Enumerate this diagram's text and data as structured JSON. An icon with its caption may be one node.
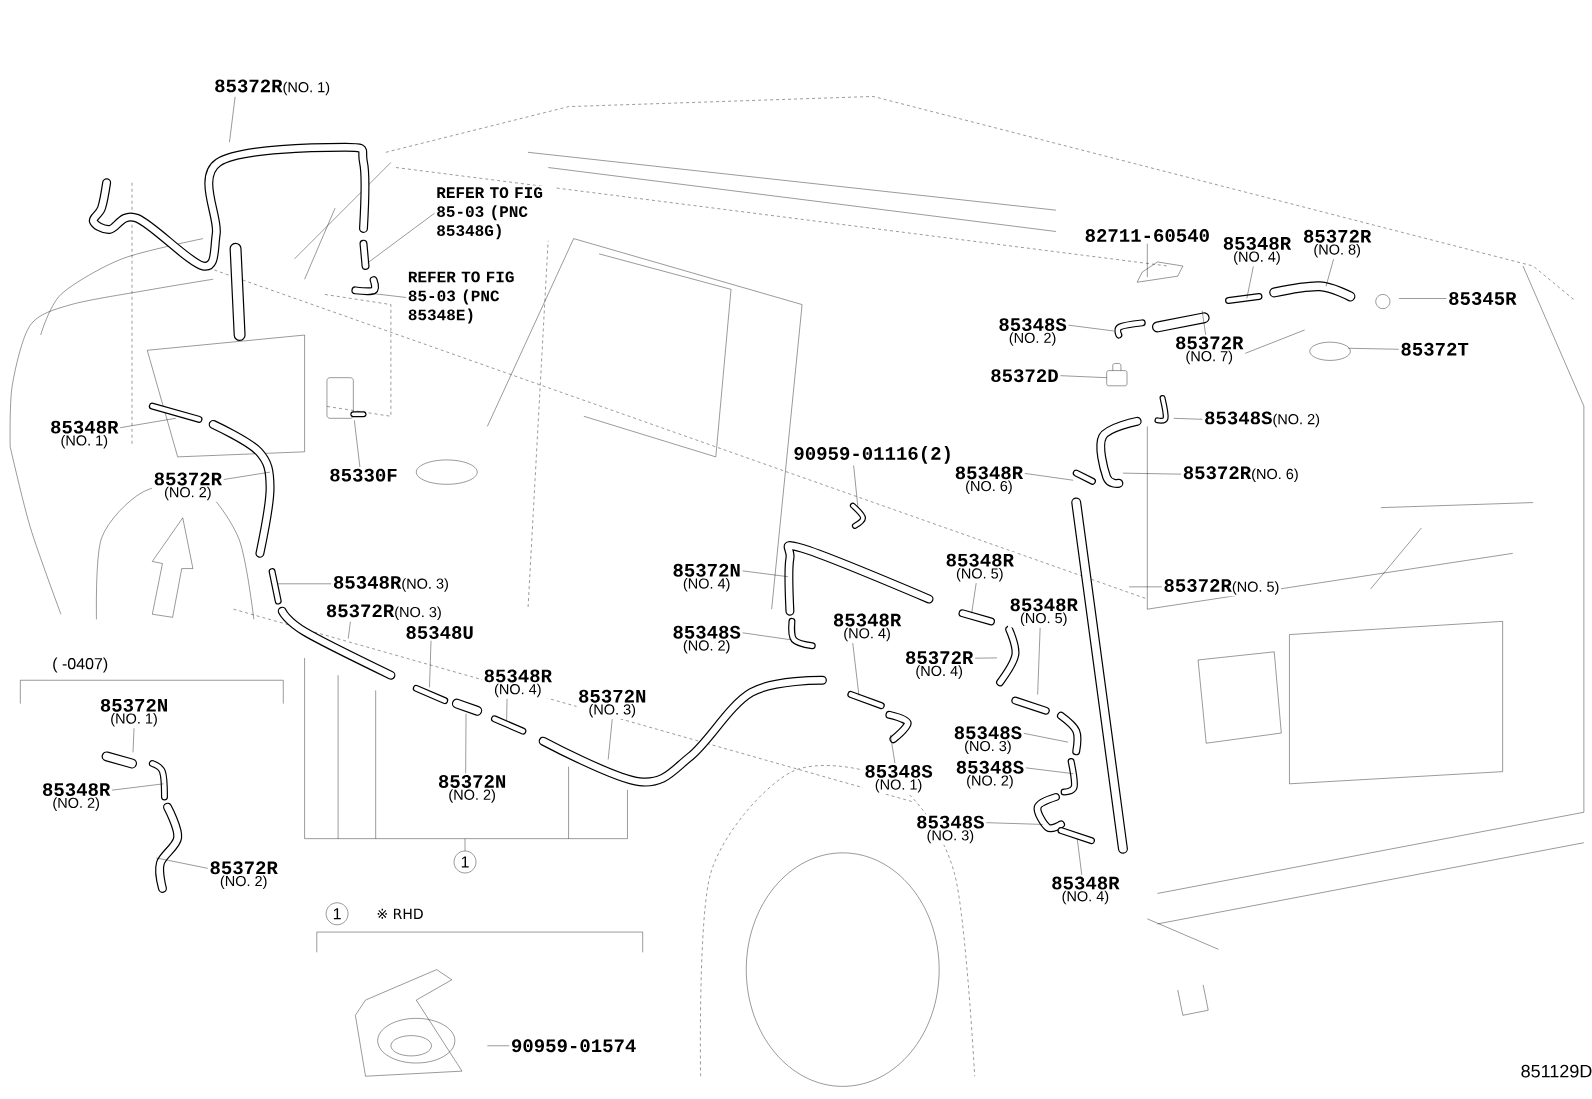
{
  "diagram": {
    "nodes": [
      {
        "text": [
          "85372R",
          "(NO. 1)"
        ]
      },
      {
        "text": [
          "REFER TO FIG 85-03 (PNC 85348G)"
        ]
      },
      {
        "text": [
          "REFER TO FIG 85-03 (PNC 85348E)"
        ]
      },
      {
        "text": [
          "85348R",
          "(NO. 1)"
        ]
      },
      {
        "text": [
          "85372R",
          "(NO. 2)"
        ]
      },
      {
        "text": [
          "85330F"
        ]
      },
      {
        "text": [
          "85348R",
          "(NO. 3)"
        ]
      },
      {
        "text": [
          "85372R",
          "(NO. 3)"
        ]
      },
      {
        "text": [
          "85348U"
        ]
      },
      {
        "text": [
          "85348R",
          "(NO. 4)"
        ]
      },
      {
        "text": [
          "85372N",
          "(NO. 3)"
        ]
      },
      {
        "text": [
          "85372N",
          "(NO. 2)"
        ]
      },
      {
        "text": [
          "1"
        ]
      },
      {
        "text": [
          "85372N",
          "(NO. 1)"
        ]
      },
      {
        "text": [
          "85348R",
          "(NO. 2)"
        ]
      },
      {
        "text": [
          "85372R",
          "(NO. 2)"
        ]
      },
      {
        "text": [
          "90959-01574"
        ]
      },
      {
        "text": [
          "90959-01116(2)"
        ]
      },
      {
        "text": [
          "85372N",
          "(NO. 4)"
        ]
      },
      {
        "text": [
          "85348S",
          "(NO. 2)"
        ]
      },
      {
        "text": [
          "85348R",
          "(NO. 4)"
        ]
      },
      {
        "text": [
          "85372R",
          "(NO. 4)"
        ]
      },
      {
        "text": [
          "85348R",
          "(NO. 5)"
        ]
      },
      {
        "text": [
          "85348R",
          "(NO. 5)"
        ]
      },
      {
        "text": [
          "85348S",
          "(NO. 1)"
        ]
      },
      {
        "text": [
          "85348S",
          "(NO. 3)"
        ]
      },
      {
        "text": [
          "85348S",
          "(NO. 2)"
        ]
      },
      {
        "text": [
          "85348S",
          "(NO. 3)"
        ]
      },
      {
        "text": [
          "85348R",
          "(NO. 4)"
        ]
      },
      {
        "text": [
          "85348R",
          "(NO. 6)"
        ]
      },
      {
        "text": [
          "85372R",
          "(NO. 6)"
        ]
      },
      {
        "text": [
          "85372R",
          "(NO. 5)"
        ]
      },
      {
        "text": [
          "85348S",
          "(NO. 2)"
        ]
      },
      {
        "text": [
          "85372D"
        ]
      },
      {
        "text": [
          "85348S",
          "(NO. 2)"
        ]
      },
      {
        "text": [
          "85372R",
          "(NO. 7)"
        ]
      },
      {
        "text": [
          "82711-60540"
        ]
      },
      {
        "text": [
          "85348R",
          "(NO. 4)"
        ]
      },
      {
        "text": [
          "85372R",
          "(NO. 8)"
        ]
      },
      {
        "text": [
          "85345R"
        ]
      },
      {
        "text": [
          "85372T"
        ]
      }
    ],
    "edges": [
      {
        "from": 0,
        "to": null,
        "arrow": "none"
      },
      {
        "from": 1,
        "to": null,
        "arrow": "none"
      },
      {
        "from": 2,
        "to": null,
        "arrow": "none"
      },
      {
        "from": 3,
        "to": null,
        "arrow": "none"
      },
      {
        "from": 4,
        "to": null,
        "arrow": "none"
      },
      {
        "from": 5,
        "to": null,
        "arrow": "none"
      },
      {
        "from": 6,
        "to": null,
        "arrow": "none"
      },
      {
        "from": 7,
        "to": null,
        "arrow": "none"
      },
      {
        "from": 8,
        "to": null,
        "arrow": "none"
      },
      {
        "from": 9,
        "to": null,
        "arrow": "none"
      },
      {
        "from": 10,
        "to": null,
        "arrow": "none"
      },
      {
        "from": 11,
        "to": null,
        "arrow": "none"
      },
      {
        "from": 13,
        "to": null,
        "arrow": "none"
      },
      {
        "from": 14,
        "to": null,
        "arrow": "none"
      },
      {
        "from": 15,
        "to": null,
        "arrow": "none"
      },
      {
        "from": 16,
        "to": null,
        "arrow": "none"
      },
      {
        "from": 17,
        "to": null,
        "arrow": "none"
      },
      {
        "from": 18,
        "to": null,
        "arrow": "none"
      },
      {
        "from": 19,
        "to": null,
        "arrow": "none"
      },
      {
        "from": 20,
        "to": null,
        "arrow": "none"
      },
      {
        "from": 21,
        "to": null,
        "arrow": "none"
      },
      {
        "from": 22,
        "to": null,
        "arrow": "none"
      },
      {
        "from": 23,
        "to": null,
        "arrow": "none"
      },
      {
        "from": 24,
        "to": null,
        "arrow": "none"
      },
      {
        "from": 25,
        "to": null,
        "arrow": "none"
      },
      {
        "from": 26,
        "to": null,
        "arrow": "none"
      },
      {
        "from": 27,
        "to": null,
        "arrow": "none"
      },
      {
        "from": 28,
        "to": null,
        "arrow": "none"
      },
      {
        "from": 29,
        "to": null,
        "arrow": "none"
      },
      {
        "from": 30,
        "to": null,
        "arrow": "none"
      },
      {
        "from": 31,
        "to": null,
        "arrow": "none"
      },
      {
        "from": 32,
        "to": null,
        "arrow": "none"
      },
      {
        "from": 33,
        "to": null,
        "arrow": "none"
      },
      {
        "from": 34,
        "to": null,
        "arrow": "none"
      },
      {
        "from": 35,
        "to": null,
        "arrow": "none"
      },
      {
        "from": 35,
        "to": null,
        "arrow": "none"
      },
      {
        "from": 36,
        "to": null,
        "arrow": "none"
      },
      {
        "from": 37,
        "to": null,
        "arrow": "none"
      },
      {
        "from": 38,
        "to": null,
        "arrow": "none"
      },
      {
        "from": 39,
        "to": null,
        "arrow": "none"
      },
      {
        "from": 40,
        "to": null,
        "arrow": "none"
      }
    ],
    "labels": [
      "( -0407)",
      "1",
      "※ RHD",
      "851129D"
    ]
  }
}
